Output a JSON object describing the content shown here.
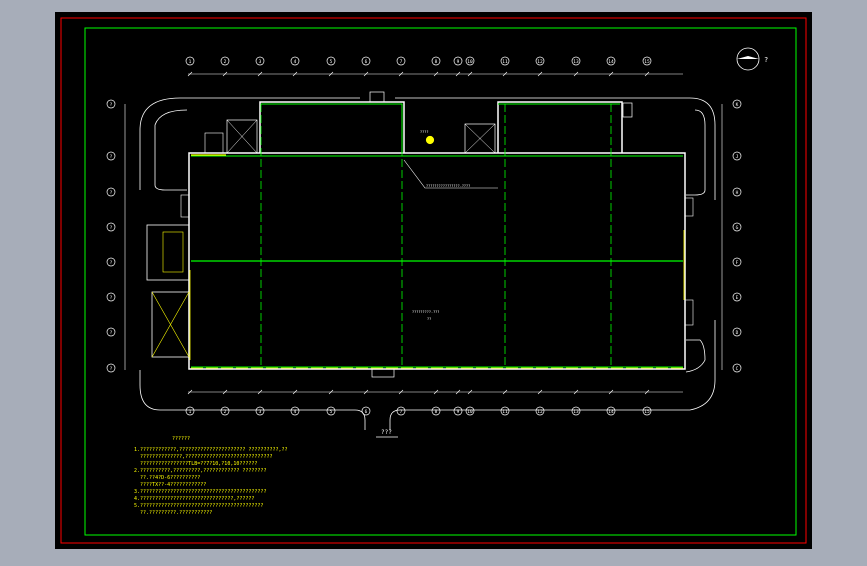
{
  "drawing": {
    "title": "???",
    "notes_heading": "??????",
    "notes": [
      "1.????????????,?????????????????????? ??????????,??",
      "  ??????????????,?????????????????????????????",
      "  ????????????????TLB=??7?10,?10,10??????",
      "2.??????????,?????????,???????????? ????????",
      "  ??.??4?D-6??????????",
      "  ????TX??-4????????????",
      "3.??????????????????????????????????????????",
      "4.???????????????????????????????,??????",
      "5.?????????????????????????????????????????",
      "  ??.?????????.???????????"
    ],
    "label_center": "?????????-???",
    "label_center_sub": "??",
    "label_lighting": "????????????????-????",
    "label_panel": "????",
    "north_label": "?",
    "top_axes": [
      "1",
      "2",
      "3",
      "4",
      "5",
      "6",
      "7",
      "8",
      "9",
      "10",
      "11",
      "12",
      "13",
      "14",
      "15"
    ],
    "side_axes": [
      "K",
      "J",
      "H",
      "G",
      "F",
      "E",
      "D",
      "C"
    ],
    "left_axes": [
      "?",
      "?",
      "?",
      "?",
      "?",
      "?",
      "?",
      "?"
    ]
  },
  "colors": {
    "workspace": "#a7adb9",
    "paper": "#000000",
    "outer_border": "#ff0000",
    "inner_border": "#00ff00",
    "walls": "#ffffff",
    "wiring": "#00ff00",
    "lamps": "#ffff00"
  }
}
